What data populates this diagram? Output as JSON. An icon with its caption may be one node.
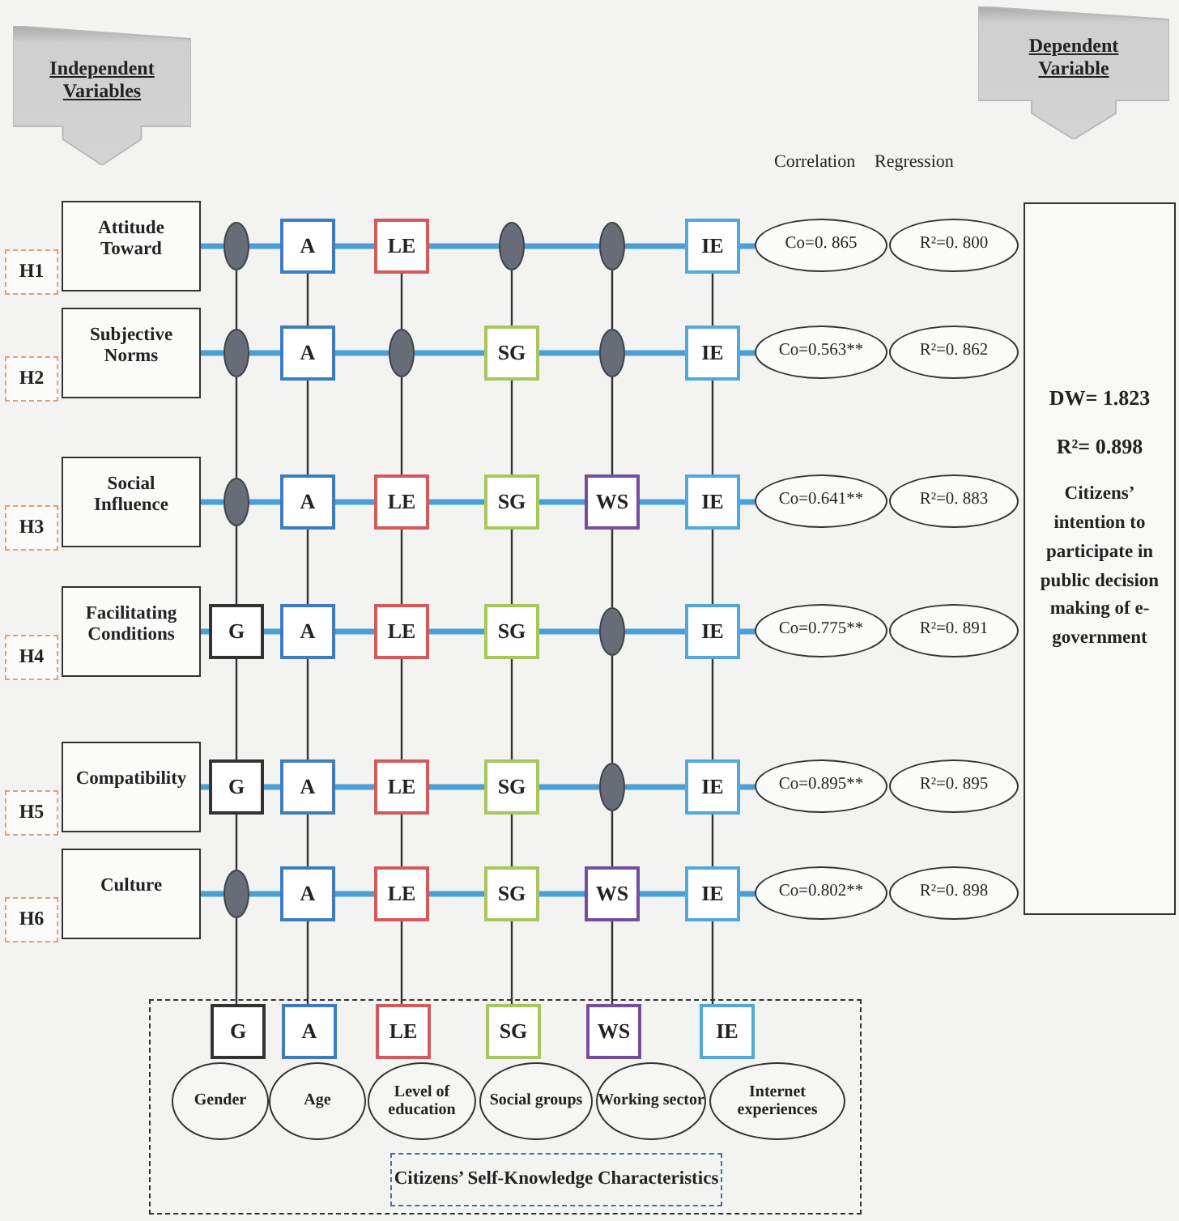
{
  "diagram": {
    "nodes": [
      {
        "text": [
          "Independent Variables"
        ]
      },
      {
        "text": [
          "Dependent Variable"
        ]
      },
      {
        "text": [
          "Attitude Toward"
        ]
      },
      {
        "text": [
          "H1"
        ]
      },
      {
        "text": [],
        "shape": "circle"
      },
      {
        "text": [
          "A"
        ]
      },
      {
        "text": [
          "LE"
        ]
      },
      {
        "text": [],
        "shape": "circle"
      },
      {
        "text": [],
        "shape": "circle"
      },
      {
        "text": [
          "IE"
        ]
      },
      {
        "text": [
          "Co=0. 865"
        ]
      },
      {
        "text": [
          "R²=0. 800"
        ]
      },
      {
        "text": [
          "Subjective Norms"
        ]
      },
      {
        "text": [
          "H2"
        ]
      },
      {
        "text": [],
        "shape": "circle"
      },
      {
        "text": [
          "A"
        ]
      },
      {
        "text": [],
        "shape": "circle"
      },
      {
        "text": [
          "SG"
        ]
      },
      {
        "text": [],
        "shape": "circle"
      },
      {
        "text": [
          "IE"
        ]
      },
      {
        "text": [
          "Co=0.563**"
        ]
      },
      {
        "text": [
          "R²=0. 862"
        ]
      },
      {
        "text": [
          "Social Influence"
        ]
      },
      {
        "text": [
          "H3"
        ]
      },
      {
        "text": [],
        "shape": "circle"
      },
      {
        "text": [
          "A"
        ]
      },
      {
        "text": [
          "LE"
        ]
      },
      {
        "text": [
          "SG"
        ]
      },
      {
        "text": [
          "WS"
        ]
      },
      {
        "text": [
          "IE"
        ]
      },
      {
        "text": [
          "Co=0.641**"
        ]
      },
      {
        "text": [
          "R²=0. 883"
        ]
      },
      {
        "text": [
          "Facilitating Conditions"
        ]
      },
      {
        "text": [
          "H4"
        ]
      },
      {
        "text": [
          "G"
        ]
      },
      {
        "text": [
          "A"
        ]
      },
      {
        "text": [
          "LE"
        ]
      },
      {
        "text": [
          "SG"
        ]
      },
      {
        "text": [],
        "shape": "circle"
      },
      {
        "text": [
          "IE"
        ]
      },
      {
        "text": [
          "Co=0.775**"
        ]
      },
      {
        "text": [
          "R²=0. 891"
        ]
      },
      {
        "text": [
          "Compatibility"
        ]
      },
      {
        "text": [
          "H5"
        ]
      },
      {
        "text": [
          "G"
        ]
      },
      {
        "text": [
          "A"
        ]
      },
      {
        "text": [
          "LE"
        ]
      },
      {
        "text": [
          "SG"
        ]
      },
      {
        "text": [],
        "shape": "circle"
      },
      {
        "text": [
          "IE"
        ]
      },
      {
        "text": [
          "Co=0.895**"
        ]
      },
      {
        "text": [
          "R²=0. 895"
        ]
      },
      {
        "text": [
          "Culture"
        ]
      },
      {
        "text": [
          "H6"
        ]
      },
      {
        "text": [],
        "shape": "circle"
      },
      {
        "text": [
          "A"
        ]
      },
      {
        "text": [
          "LE"
        ]
      },
      {
        "text": [
          "SG"
        ]
      },
      {
        "text": [
          "WS"
        ]
      },
      {
        "text": [
          "IE"
        ]
      },
      {
        "text": [
          "Co=0.802**"
        ]
      },
      {
        "text": [
          "R²=0. 898"
        ]
      },
      {
        "text": [
          "DW= 1.823",
          "R²= 0.898",
          "Citizens’ intention to participate in public decision making of e-government"
        ]
      },
      {
        "text": [],
        "shape": "box"
      },
      {
        "text": [
          "G"
        ],
        "in": 63
      },
      {
        "text": [
          "A"
        ],
        "in": 63
      },
      {
        "text": [
          "LE"
        ],
        "in": 63
      },
      {
        "text": [
          "SG"
        ],
        "in": 63
      },
      {
        "text": [
          "WS"
        ],
        "in": 63
      },
      {
        "text": [
          "IE"
        ],
        "in": 63
      },
      {
        "text": [
          "Gender"
        ],
        "in": 63
      },
      {
        "text": [
          "Age"
        ],
        "in": 63
      },
      {
        "text": [
          "Level of education"
        ],
        "in": 63
      },
      {
        "text": [
          "Social groups"
        ],
        "in": 63
      },
      {
        "text": [
          "Working sector"
        ],
        "in": 63
      },
      {
        "text": [
          "Internet experiences"
        ],
        "in": 63
      },
      {
        "text": [
          "Citizens’ Self-Knowledge Characteristics"
        ],
        "in": 63
      }
    ],
    "edges": [
      {
        "from": 2,
        "to": 4,
        "arrow": "none"
      },
      {
        "from": 4,
        "to": 5,
        "arrow": "none"
      },
      {
        "from": 5,
        "to": 6,
        "arrow": "none"
      },
      {
        "from": 6,
        "to": 7,
        "arrow": "none"
      },
      {
        "from": 7,
        "to": 8,
        "arrow": "none"
      },
      {
        "from": 8,
        "to": 9,
        "arrow": "none"
      },
      {
        "from": 9,
        "to": 10,
        "arrow": "none"
      },
      {
        "from": 12,
        "to": 14,
        "arrow": "none"
      },
      {
        "from": 14,
        "to": 15,
        "arrow": "none"
      },
      {
        "from": 15,
        "to": 16,
        "arrow": "none"
      },
      {
        "from": 16,
        "to": 17,
        "arrow": "none"
      },
      {
        "from": 17,
        "to": 18,
        "arrow": "none"
      },
      {
        "from": 18,
        "to": 19,
        "arrow": "none"
      },
      {
        "from": 19,
        "to": 20,
        "arrow": "none"
      },
      {
        "from": 22,
        "to": 24,
        "arrow": "none"
      },
      {
        "from": 24,
        "to": 25,
        "arrow": "none"
      },
      {
        "from": 25,
        "to": 26,
        "arrow": "none"
      },
      {
        "from": 26,
        "to": 27,
        "arrow": "none"
      },
      {
        "from": 27,
        "to": 28,
        "arrow": "none"
      },
      {
        "from": 28,
        "to": 29,
        "arrow": "none"
      },
      {
        "from": 29,
        "to": 30,
        "arrow": "none"
      },
      {
        "from": 32,
        "to": 34,
        "arrow": "none"
      },
      {
        "from": 34,
        "to": 35,
        "arrow": "none"
      },
      {
        "from": 35,
        "to": 36,
        "arrow": "none"
      },
      {
        "from": 36,
        "to": 37,
        "arrow": "none"
      },
      {
        "from": 37,
        "to": 38,
        "arrow": "none"
      },
      {
        "from": 38,
        "to": 39,
        "arrow": "none"
      },
      {
        "from": 39,
        "to": 40,
        "arrow": "none"
      },
      {
        "from": 42,
        "to": 44,
        "arrow": "none"
      },
      {
        "from": 44,
        "to": 45,
        "arrow": "none"
      },
      {
        "from": 45,
        "to": 46,
        "arrow": "none"
      },
      {
        "from": 46,
        "to": 47,
        "arrow": "none"
      },
      {
        "from": 47,
        "to": 48,
        "arrow": "none"
      },
      {
        "from": 48,
        "to": 49,
        "arrow": "none"
      },
      {
        "from": 49,
        "to": 50,
        "arrow": "none"
      },
      {
        "from": 52,
        "to": 54,
        "arrow": "none"
      },
      {
        "from": 54,
        "to": 55,
        "arrow": "none"
      },
      {
        "from": 55,
        "to": 56,
        "arrow": "none"
      },
      {
        "from": 56,
        "to": 57,
        "arrow": "none"
      },
      {
        "from": 57,
        "to": 58,
        "arrow": "none"
      },
      {
        "from": 58,
        "to": 59,
        "arrow": "none"
      },
      {
        "from": 59,
        "to": 60,
        "arrow": "none"
      },
      {
        "from": 4,
        "to": 14,
        "arrow": "none",
        "color": "#333333"
      },
      {
        "from": 14,
        "to": 24,
        "arrow": "none",
        "color": "#333333"
      },
      {
        "from": 24,
        "to": 34,
        "arrow": "none",
        "color": "#333333"
      },
      {
        "from": 34,
        "to": 44,
        "arrow": "none",
        "color": "#333333"
      },
      {
        "from": 44,
        "to": 54,
        "arrow": "none",
        "color": "#333333"
      },
      {
        "from": 54,
        "to": 64,
        "arrow": "none",
        "color": "#333333"
      },
      {
        "from": 5,
        "to": 15,
        "arrow": "none",
        "color": "#333333"
      },
      {
        "from": 15,
        "to": 25,
        "arrow": "none",
        "color": "#333333"
      },
      {
        "from": 25,
        "to": 35,
        "arrow": "none",
        "color": "#333333"
      },
      {
        "from": 35,
        "to": 45,
        "arrow": "none",
        "color": "#333333"
      },
      {
        "from": 45,
        "to": 55,
        "arrow": "none",
        "color": "#333333"
      },
      {
        "from": 55,
        "to": 65,
        "arrow": "none",
        "color": "#333333"
      },
      {
        "from": 6,
        "to": 16,
        "arrow": "none",
        "color": "#333333"
      },
      {
        "from": 16,
        "to": 26,
        "arrow": "none",
        "color": "#333333"
      },
      {
        "from": 26,
        "to": 36,
        "arrow": "none",
        "color": "#333333"
      },
      {
        "from": 36,
        "to": 46,
        "arrow": "none",
        "color": "#333333"
      },
      {
        "from": 46,
        "to": 56,
        "arrow": "none",
        "color": "#333333"
      },
      {
        "from": 56,
        "to": 66,
        "arrow": "none",
        "color": "#333333"
      },
      {
        "from": 7,
        "to": 17,
        "arrow": "none",
        "color": "#333333"
      },
      {
        "from": 17,
        "to": 27,
        "arrow": "none",
        "color": "#333333"
      },
      {
        "from": 27,
        "to": 37,
        "arrow": "none",
        "color": "#333333"
      },
      {
        "from": 37,
        "to": 47,
        "arrow": "none",
        "color": "#333333"
      },
      {
        "from": 47,
        "to": 57,
        "arrow": "none",
        "color": "#333333"
      },
      {
        "from": 57,
        "to": 67,
        "arrow": "none",
        "color": "#333333"
      },
      {
        "from": 8,
        "to": 18,
        "arrow": "none",
        "color": "#333333"
      },
      {
        "from": 18,
        "to": 28,
        "arrow": "none",
        "color": "#333333"
      },
      {
        "from": 28,
        "to": 38,
        "arrow": "none",
        "color": "#333333"
      },
      {
        "from": 38,
        "to": 48,
        "arrow": "none",
        "color": "#333333"
      },
      {
        "from": 48,
        "to": 58,
        "arrow": "none",
        "color": "#333333"
      },
      {
        "from": 58,
        "to": 68,
        "arrow": "none",
        "color": "#333333"
      },
      {
        "from": 9,
        "to": 19,
        "arrow": "none",
        "color": "#333333"
      },
      {
        "from": 19,
        "to": 29,
        "arrow": "none",
        "color": "#333333"
      },
      {
        "from": 29,
        "to": 39,
        "arrow": "none",
        "color": "#333333"
      },
      {
        "from": 39,
        "to": 49,
        "arrow": "none",
        "color": "#333333"
      },
      {
        "from": 49,
        "to": 59,
        "arrow": "none",
        "color": "#333333"
      },
      {
        "from": 59,
        "to": 69,
        "arrow": "none",
        "color": "#333333"
      }
    ],
    "labels": [
      "Correlation",
      "Regression"
    ]
  }
}
